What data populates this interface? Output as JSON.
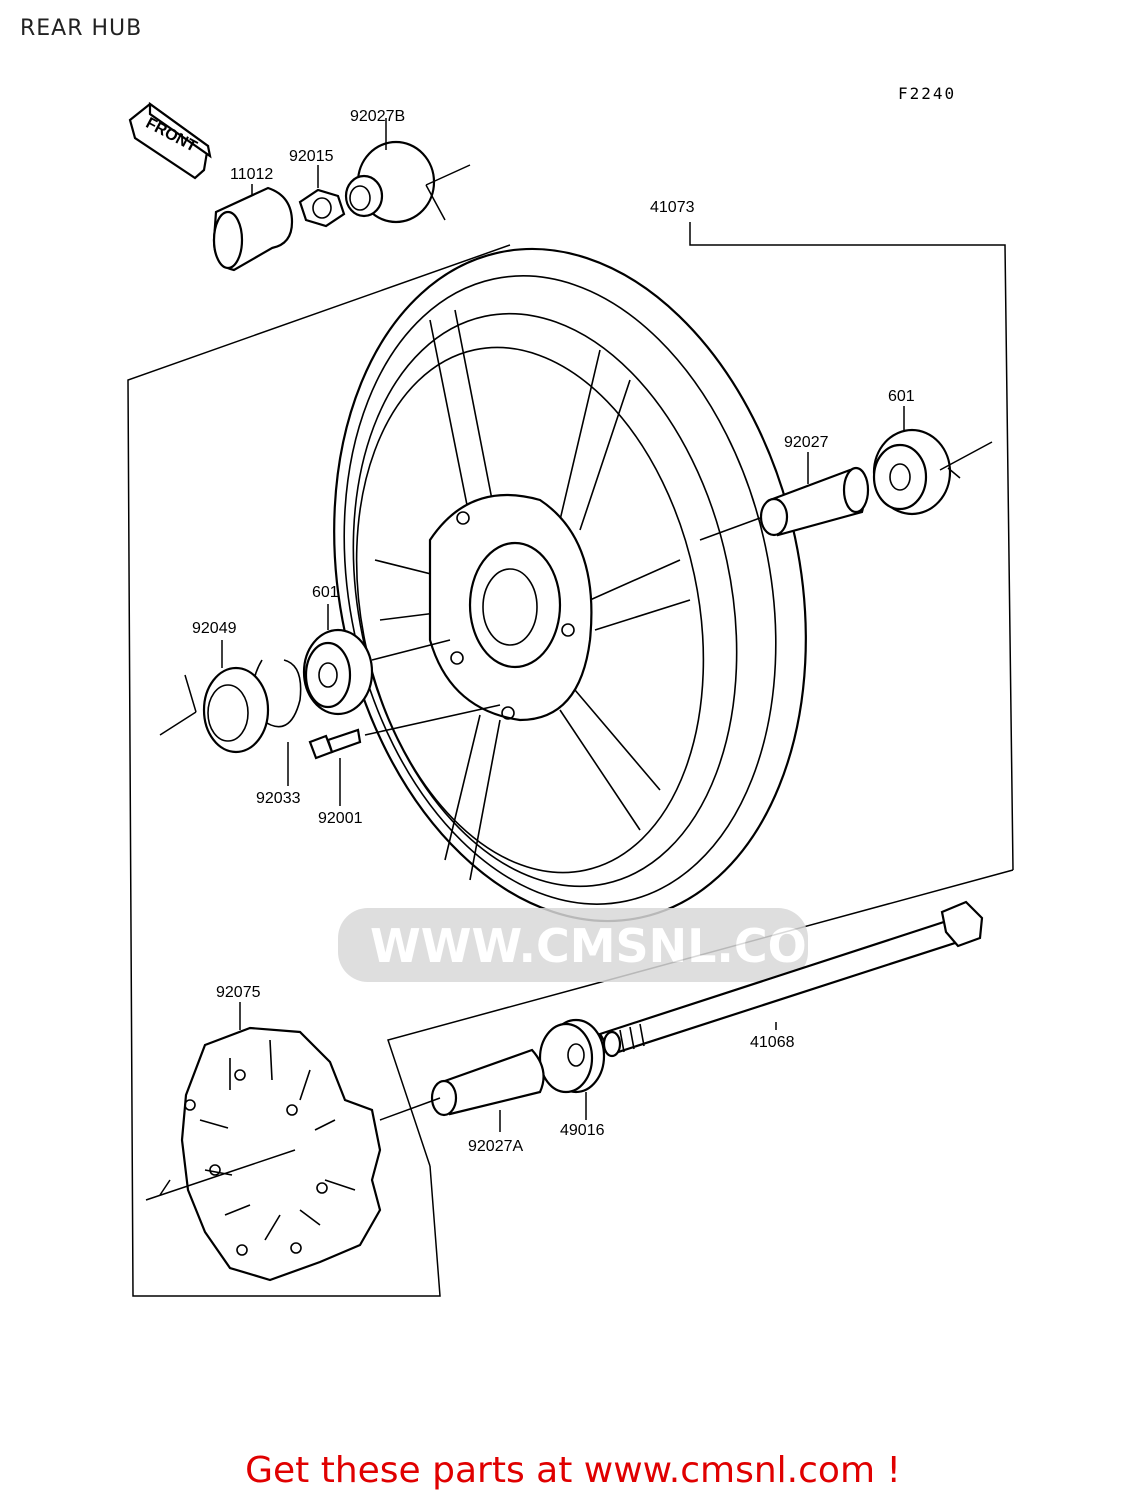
{
  "page": {
    "title": "REAR HUB",
    "ref_code": "F2240",
    "front_label": "FRONT",
    "watermark": "WWW.CMSNL.COM",
    "footer": "Get these parts at www.cmsnl.com !"
  },
  "parts": {
    "p11012": "11012",
    "p92015": "92015",
    "p92027B": "92027B",
    "p41073": "41073",
    "p601_right": "601",
    "p92027": "92027",
    "p601_left": "601",
    "p92049": "92049",
    "p92033": "92033",
    "p92001": "92001",
    "p92075": "92075",
    "p41068": "41068",
    "p49016": "49016",
    "p92027A": "92027A"
  }
}
